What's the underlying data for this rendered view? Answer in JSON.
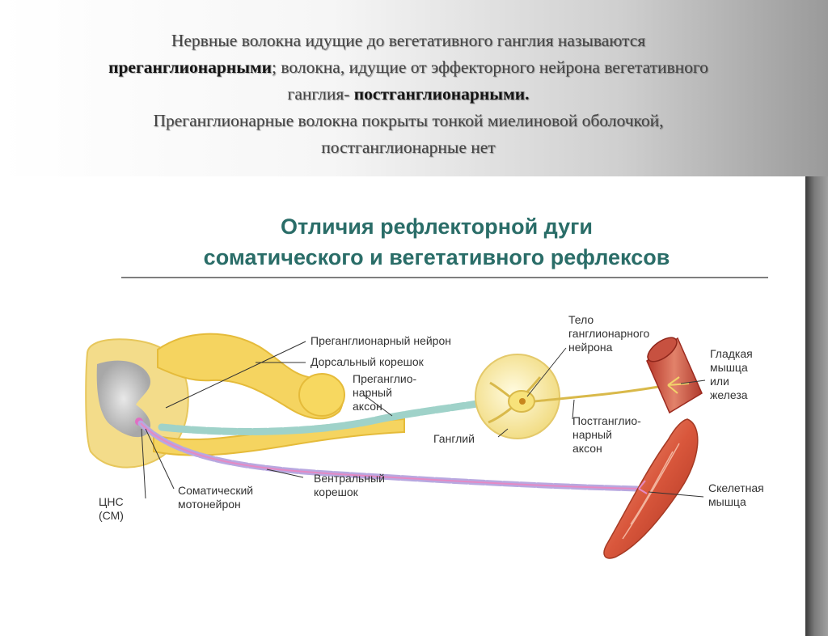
{
  "header": {
    "line1": "Нервные волокна  идущие до вегетативного ганглия называются",
    "line2_bold": "преганглионарными",
    "line2_rest": ";  волокна, идущие от эффекторного  нейрона вегетативного",
    "line3_start": "ганглия-  ",
    "line3_bold": "постганглионарными.",
    "line4": "Преганглионарные волокна покрыты тонкой миелиновой оболочкой,",
    "line5": "постганглионарные нет"
  },
  "diagram": {
    "title_line1": "Отличия рефлекторной дуги",
    "title_line2": "соматического и вегетативного рефлексов",
    "labels": {
      "preganglionic_neuron": "Преганглионарный нейрон",
      "dorsal_root": "Дорсальный корешок",
      "preganglionic_axon_1": "Преганглио-",
      "preganglionic_axon_2": "нарный",
      "preganglionic_axon_3": "аксон",
      "ganglion_cell_body_1": "Тело",
      "ganglion_cell_body_2": "ганглионарного",
      "ganglion_cell_body_3": "нейрона",
      "smooth_muscle_1": "Гладкая",
      "smooth_muscle_2": "мышца",
      "smooth_muscle_3": "или",
      "smooth_muscle_4": "железа",
      "ganglion": "Ганглий",
      "postganglionic_axon_1": "Постганглио-",
      "postganglionic_axon_2": "нарный",
      "postganglionic_axon_3": "аксон",
      "ventral_root_1": "Вентральный",
      "ventral_root_2": "корешок",
      "cns_1": "ЦНС",
      "cns_2": "(СМ)",
      "somatic_motoneuron_1": "Соматический",
      "somatic_motoneuron_2": "мотонейрон",
      "skeletal_muscle_1": "Скелетная",
      "skeletal_muscle_2": "мышца"
    }
  }
}
